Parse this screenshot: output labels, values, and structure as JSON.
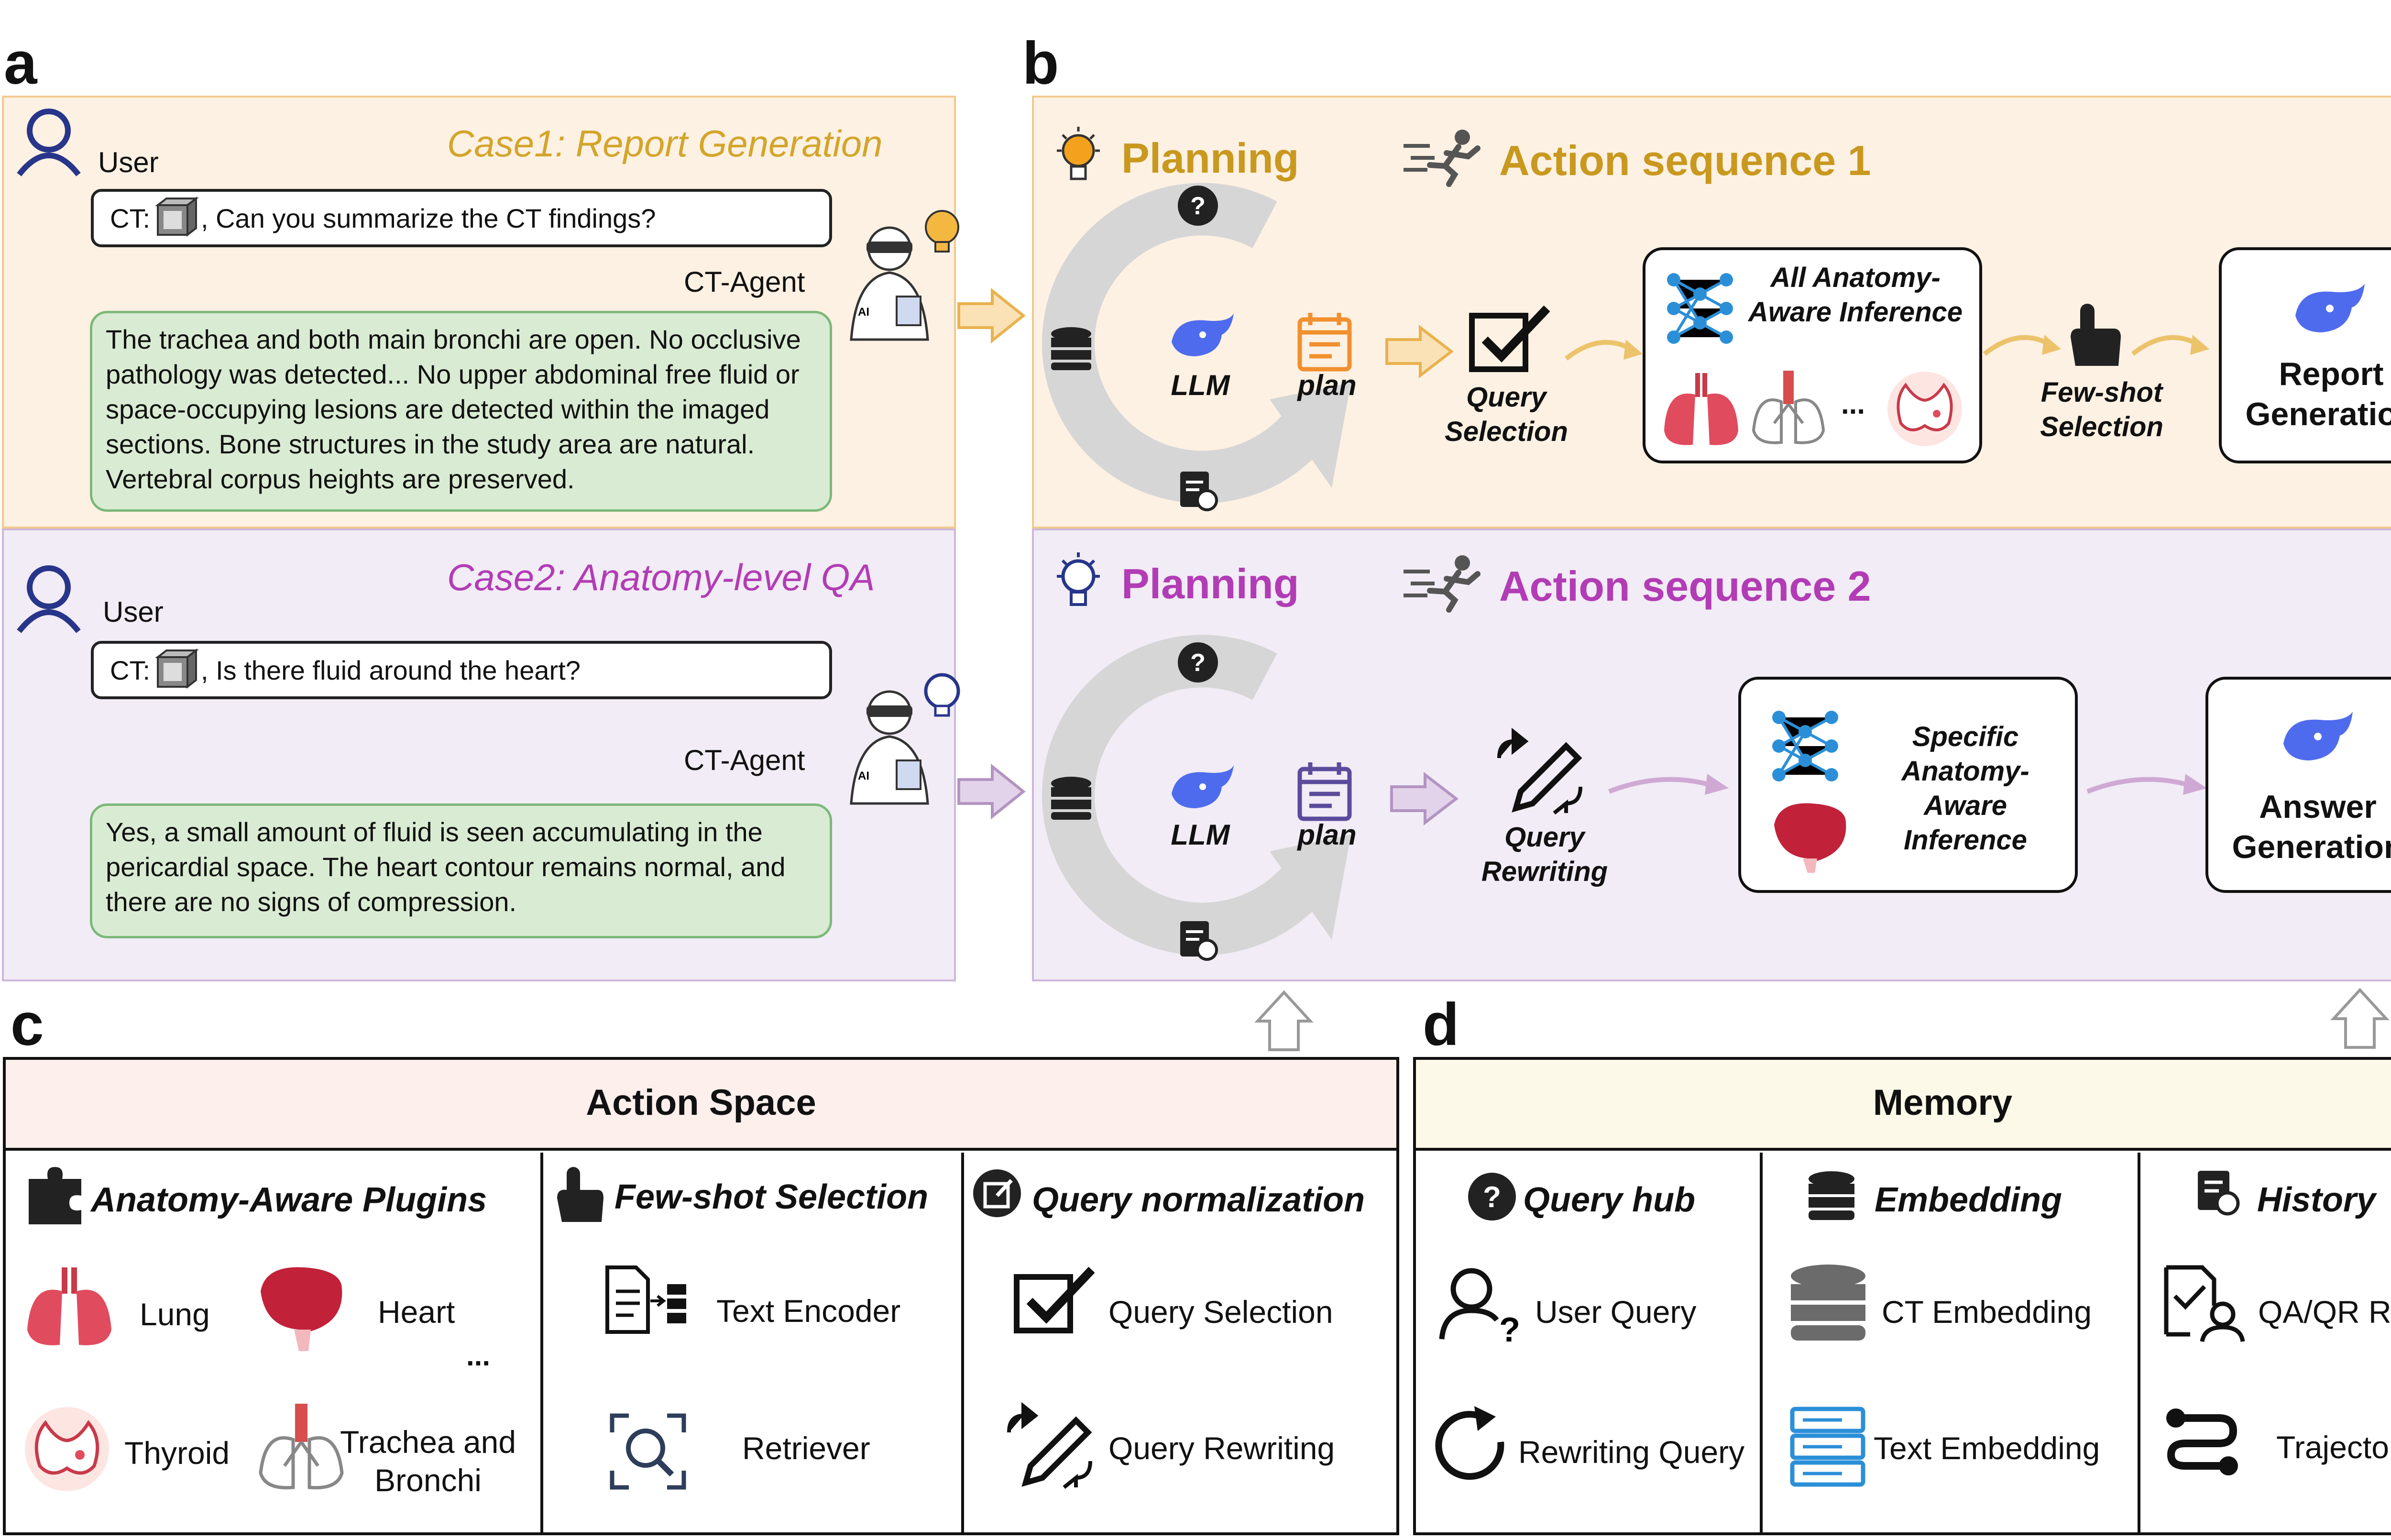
{
  "labels": {
    "a": "a",
    "b": "b",
    "c": "c",
    "d": "d"
  },
  "panel_a": {
    "case1": {
      "title": "Case1: Report Generation",
      "user": "User",
      "question_prefix": "CT:",
      "question": ", Can you summarize the CT findings?",
      "agent": "CT-Agent",
      "answer": "The trachea and both main bronchi are open. No occlusive pathology was detected... No upper abdominal free fluid or space-occupying lesions are detected within the imaged sections. Bone structures in the study area are natural. Vertebral corpus heights are preserved."
    },
    "case2": {
      "title": "Case2: Anatomy-level QA",
      "user": "User",
      "question_prefix": "CT:",
      "question": ", Is there fluid around the heart?",
      "agent": "CT-Agent",
      "answer": "Yes, a small amount of fluid is seen accumulating in the pericardial space. The heart contour remains normal, and there are no signs of compression."
    }
  },
  "panel_b": {
    "row1": {
      "planning": "Planning",
      "action": "Action sequence 1",
      "llm": "LLM",
      "plan": "plan",
      "step1": "Query Selection",
      "inference": "All Anatomy-Aware Inference",
      "ellipsis": "...",
      "step2": "Few-shot Selection",
      "output": "Report Generation"
    },
    "row2": {
      "planning": "Planning",
      "action": "Action sequence  2",
      "llm": "LLM",
      "plan": "plan",
      "step1": "Query Rewriting",
      "inference": "Specific Anatomy-Aware Inference",
      "output": "Answer Generation"
    }
  },
  "panel_c": {
    "title": "Action Space",
    "plugins": {
      "title": "Anatomy-Aware Plugins",
      "lung": "Lung",
      "heart": "Heart",
      "ellipsis": "...",
      "thyroid": "Thyroid",
      "trachea": "Trachea and Bronchi"
    },
    "fewshot": {
      "title": "Few-shot Selection",
      "encoder": "Text Encoder",
      "retriever": "Retriever"
    },
    "querynorm": {
      "title": "Query normalization",
      "selection": "Query Selection",
      "rewriting": "Query Rewriting"
    }
  },
  "panel_d": {
    "title": "Memory",
    "hub": {
      "title": "Query hub",
      "user": "User Query",
      "rewrite": "Rewriting Query"
    },
    "embedding": {
      "title": "Embedding",
      "ct": "CT Embedding",
      "text": "Text Embedding"
    },
    "history": {
      "title": "History",
      "qa": "QA/QR Res",
      "trajectory": "Trajectory"
    }
  },
  "colors": {
    "orange_bg": "#fdf1e3",
    "purple_bg": "#f1ecf5",
    "orange_text": "#d3a52a",
    "purple_text": "#b23cb5",
    "gold_heading": "#c9981e",
    "green_box": "#d9ecd3",
    "pink_header": "#fcefec",
    "cream_header": "#fdf9e8"
  }
}
